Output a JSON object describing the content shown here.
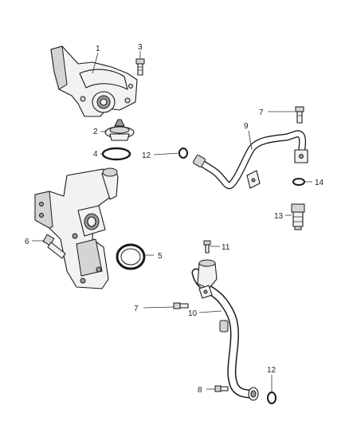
{
  "callouts": {
    "c1": "1",
    "c2": "2",
    "c3": "3",
    "c4": "4",
    "c5": "5",
    "c6": "6",
    "c7a": "7",
    "c7b": "7",
    "c8": "8",
    "c9": "9",
    "c10": "10",
    "c11": "11",
    "c12a": "12",
    "c12b": "12",
    "c13": "13",
    "c14": "14"
  }
}
